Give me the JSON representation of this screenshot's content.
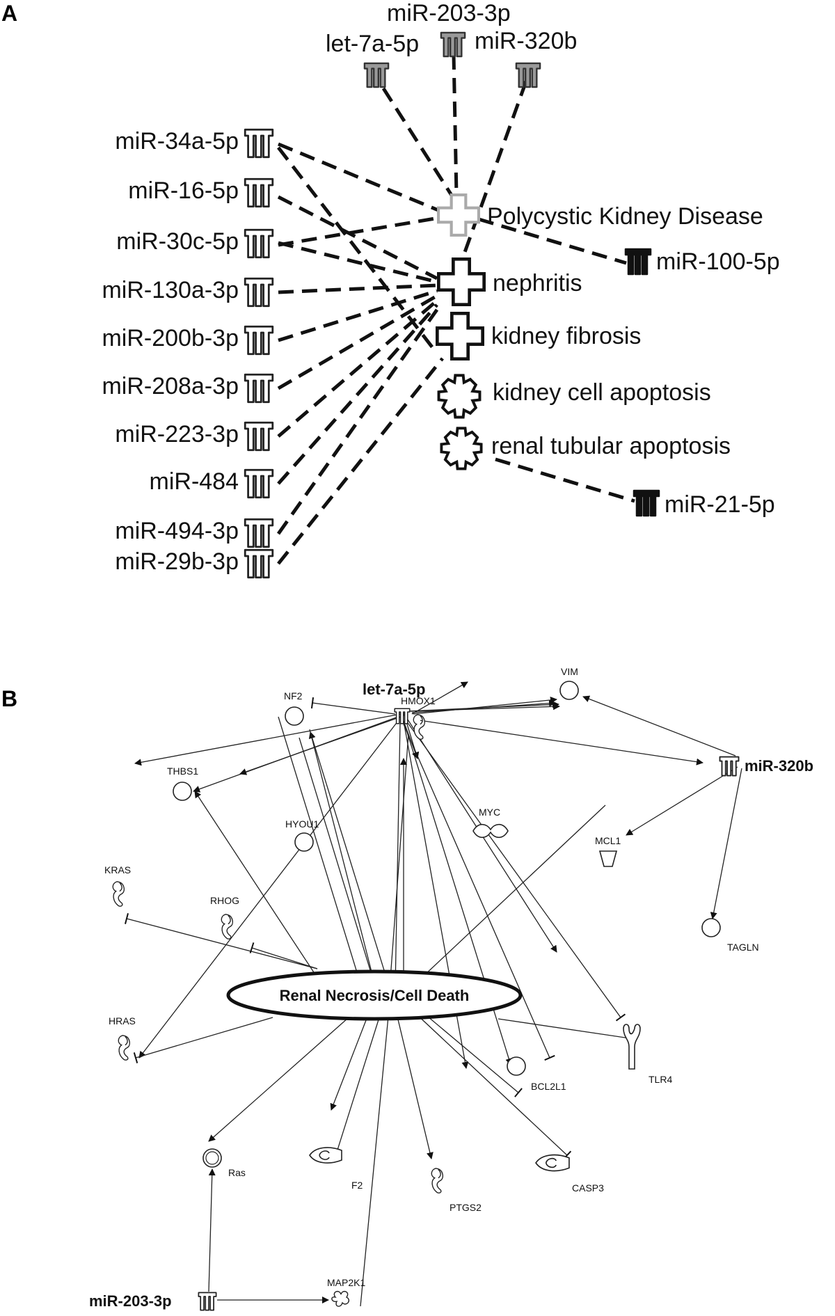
{
  "panels": {
    "a": "A",
    "b": "B"
  },
  "panel_a": {
    "mirnas_left": [
      "miR-34a-5p",
      "miR-16-5p",
      "miR-30c-5p",
      "miR-130a-3p",
      "miR-200b-3p",
      "miR-208a-3p",
      "miR-223-3p",
      "miR-484",
      "miR-494-3p",
      "miR-29b-3p"
    ],
    "mirnas_top": [
      "let-7a-5p",
      "miR-203-3p",
      "miR-320b"
    ],
    "mirnas_right": [
      "miR-100-5p",
      "miR-21-5p"
    ],
    "diseases": [
      "Polycystic Kidney Disease",
      "nephritis",
      "kidney fibrosis"
    ],
    "functions": [
      "kidney cell apoptosis",
      "renal tubular apoptosis"
    ]
  },
  "panel_b": {
    "central_function": "Renal Necrosis/Cell Death",
    "mirnas": [
      "let-7a-5p",
      "miR-320b",
      "miR-203-3p"
    ],
    "genes": [
      "VIM",
      "NF2",
      "HMOX1",
      "THBS1",
      "HYOU1",
      "MYC",
      "MCL1",
      "KRAS",
      "RHOG",
      "TAGLN",
      "HRAS",
      "BCL2L1",
      "TLR4",
      "Ras",
      "F2",
      "PTGS2",
      "CASP3",
      "MAP2K1"
    ]
  },
  "colors": {
    "mirna_gray": "#999999",
    "mirna_black": "#111111",
    "outline": "#111111"
  }
}
